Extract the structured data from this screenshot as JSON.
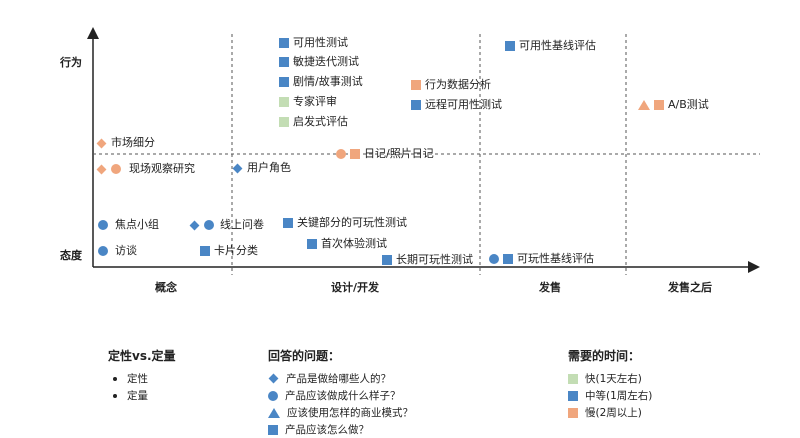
{
  "y_axis": {
    "top_label": "行为",
    "bottom_label": "态度"
  },
  "x_axis": {
    "ticks": [
      "概念",
      "设计/开发",
      "发售",
      "发售之后"
    ]
  },
  "colors": {
    "blue": "#4a86c5",
    "green": "#c3ddb4",
    "orange": "#f0a67d"
  },
  "items": {
    "usability_test": "可用性测试",
    "agile_iteration_test": "敏捷迭代测试",
    "story_test": "剧情/故事测试",
    "expert_review": "专家评审",
    "heuristic_eval": "启发式评估",
    "usability_baseline_eval": "可用性基线评估",
    "behavior_data_analysis": "行为数据分析",
    "remote_usability_test": "远程可用性测试",
    "ab_test": "A/B测试",
    "market_segmentation": "市场细分",
    "diary": "日记/照片日记",
    "field_study": "现场观察研究",
    "user_persona": "用户角色",
    "focus_group": "焦点小组",
    "online_survey": "线上问卷",
    "key_part_playability_test": "关键部分的可玩性测试",
    "interview": "访谈",
    "card_sort": "卡片分类",
    "first_experience_test": "首次体验测试",
    "long_term_playability_test": "长期可玩性测试",
    "playability_baseline_eval": "可玩性基线评估"
  },
  "legend": {
    "type_title": "定性vs.定量",
    "type_items": [
      "定性",
      "定量"
    ],
    "question_title": "回答的问题：",
    "question_items": [
      "产品是做给哪些人的？",
      "产品应该做成什么样子？",
      "应该使用怎样的商业模式？",
      "产品应该怎么做？"
    ],
    "time_title": "需要的时间：",
    "time_items": [
      "快(1天左右)",
      "中等(1周左右)",
      "慢(2周以上)"
    ]
  }
}
